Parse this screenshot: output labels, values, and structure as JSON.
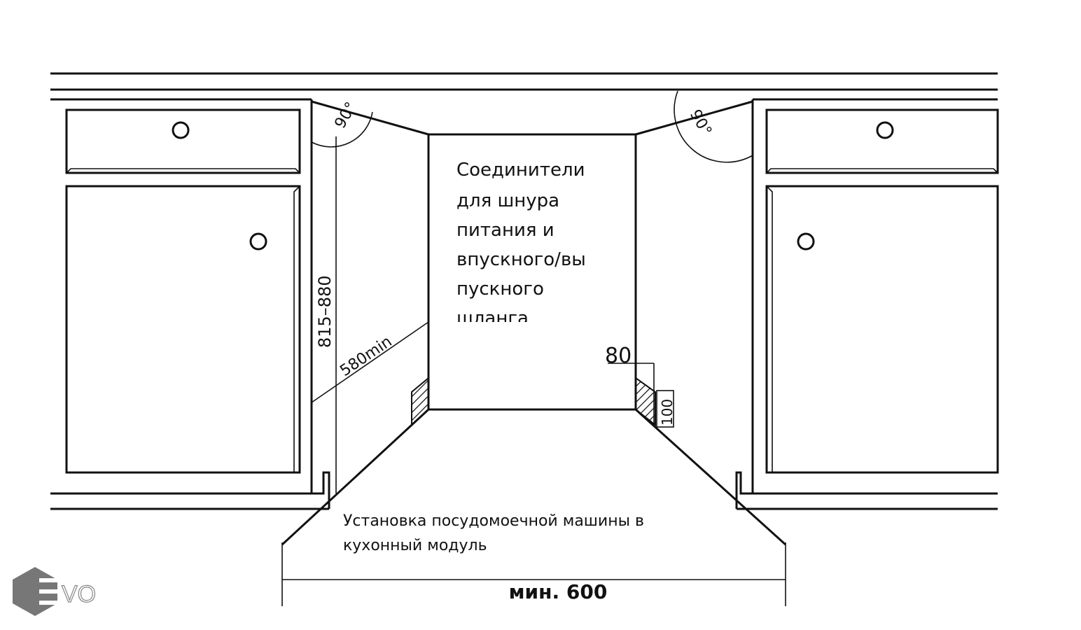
{
  "connector_label": [
    "Соединители",
    "для шнура",
    "питания и",
    "впускного/вы",
    "пускного",
    "шланга"
  ],
  "caption": [
    "Установка посудомоечной машины в",
    "кухонный модуль"
  ],
  "dimensions": {
    "height": "815–880",
    "depth": "580min",
    "offset": "80",
    "niche_height": "100",
    "width": "мин. 600",
    "angle_left": "90°",
    "angle_right": "90°"
  },
  "logo": "EVO"
}
